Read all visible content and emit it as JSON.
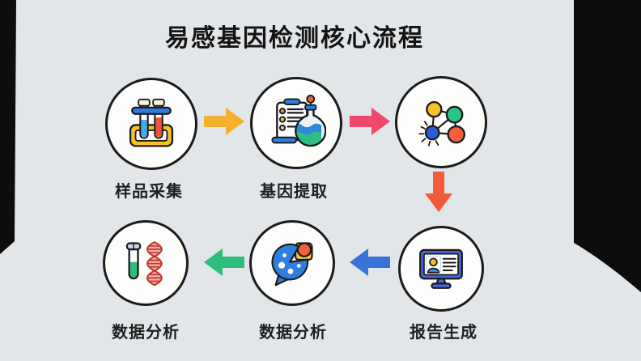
{
  "title": "易感基因检测核心流程",
  "colors": {
    "background": "#E3E6E9",
    "frame": "#0D0D0D",
    "outline": "#1B1B1B",
    "circle_fill": "#FDFDFB",
    "icon_palette": {
      "blue": "#2E7DE1",
      "yellow": "#F5C325",
      "red": "#F2503C",
      "green": "#2EBE7B",
      "orange": "#F0923C",
      "pink": "#F7AFAF"
    }
  },
  "steps": [
    {
      "label": "样品采集",
      "icon": "test-tubes-rack-icon"
    },
    {
      "label": "基因提取",
      "icon": "clipboard-flask-icon"
    },
    {
      "label": "",
      "icon": "molecule-network-icon"
    },
    {
      "label": "报告生成",
      "icon": "monitor-report-icon"
    },
    {
      "label": "数据分析",
      "icon": "chat-bubble-pie-icon"
    },
    {
      "label": "数据分析",
      "icon": "tube-dna-icon"
    }
  ],
  "arrows": [
    {
      "direction": "right",
      "color": "#F2B02C"
    },
    {
      "direction": "right",
      "color": "#F0486C"
    },
    {
      "direction": "down",
      "color": "#F15B38"
    },
    {
      "direction": "left",
      "color": "#3A72DC"
    },
    {
      "direction": "left",
      "color": "#2DBE7D"
    }
  ]
}
